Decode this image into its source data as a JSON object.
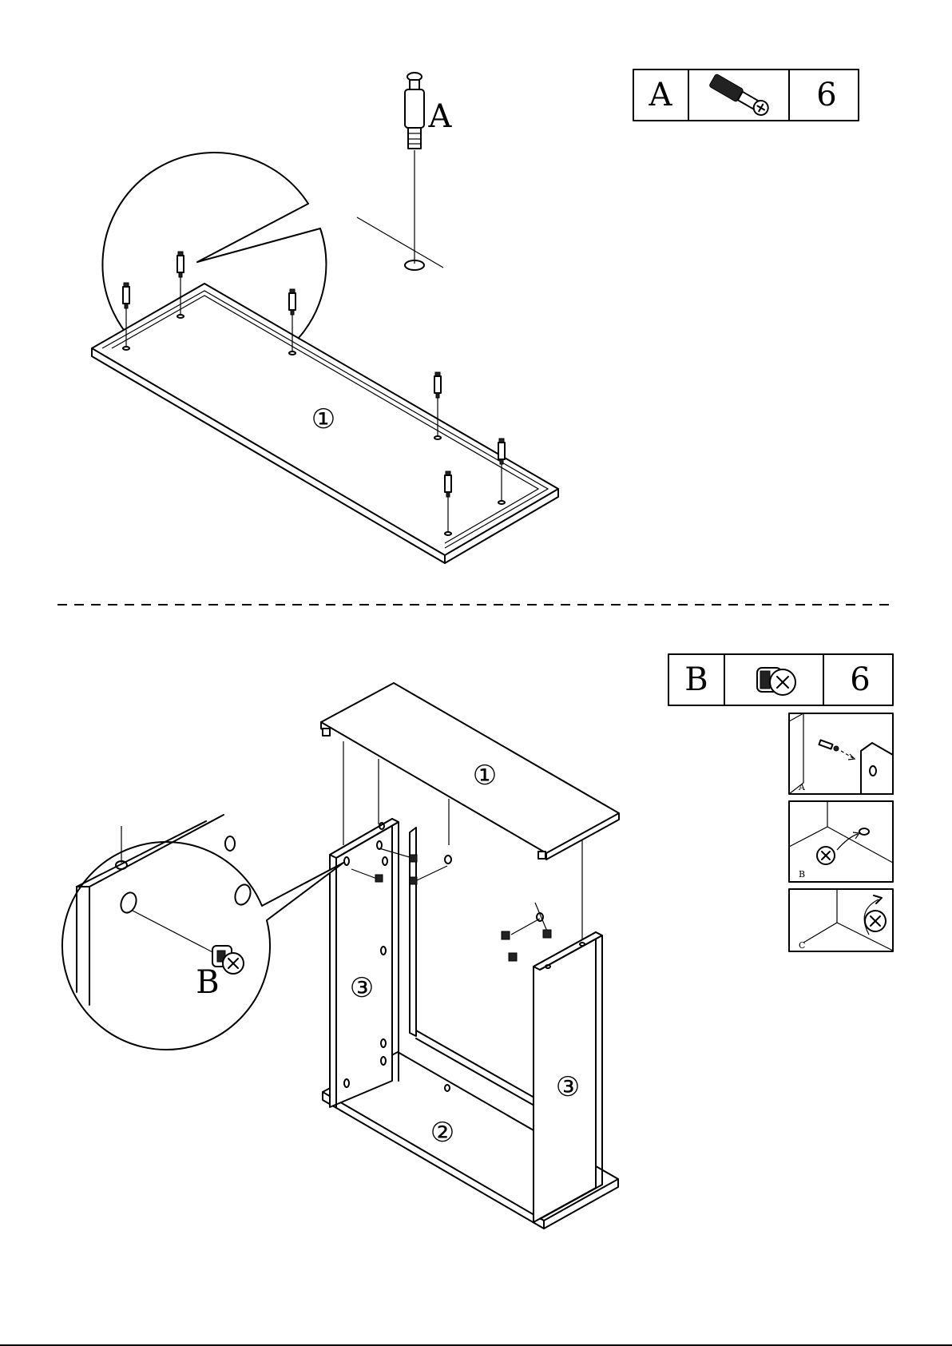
{
  "parts": [
    {
      "letter": "A",
      "count": "6",
      "icon": "cam-bolt-icon"
    },
    {
      "letter": "B",
      "count": "6",
      "icon": "cam-lock-icon"
    }
  ],
  "step1": {
    "panel_number": "①",
    "callout_letter": "A"
  },
  "step2": {
    "top_panel": "①",
    "bottom_panel": "②",
    "left_side": "③",
    "right_side": "③",
    "callout_letter": "B"
  },
  "detail_steps": [
    "A",
    "B",
    "C"
  ]
}
